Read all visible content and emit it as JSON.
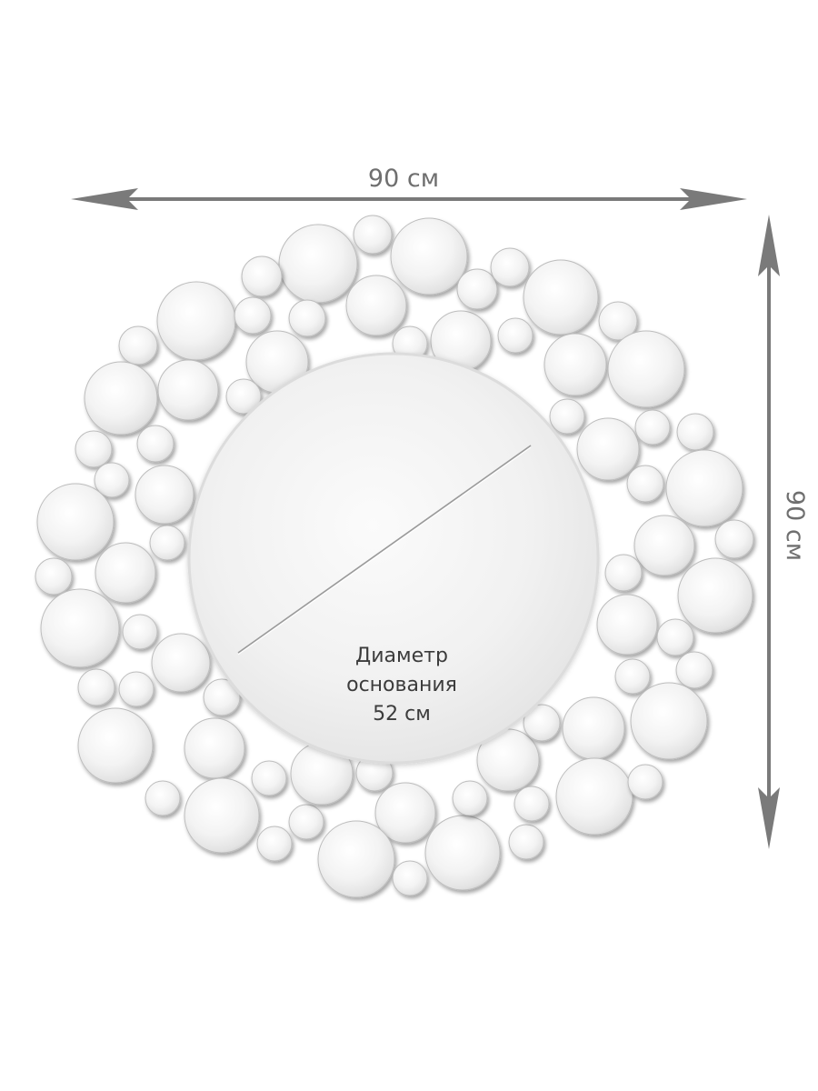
{
  "dimensions": {
    "width_label": "90 см",
    "height_label": "90 см"
  },
  "base": {
    "line1": "Диаметр",
    "line2": "основания",
    "line3": "52 см"
  },
  "colors": {
    "arrow": "#7a7a7a",
    "text": "#6f6f6f",
    "mirror_light": "#fafafa",
    "mirror_shade": "#d6d6d6"
  }
}
